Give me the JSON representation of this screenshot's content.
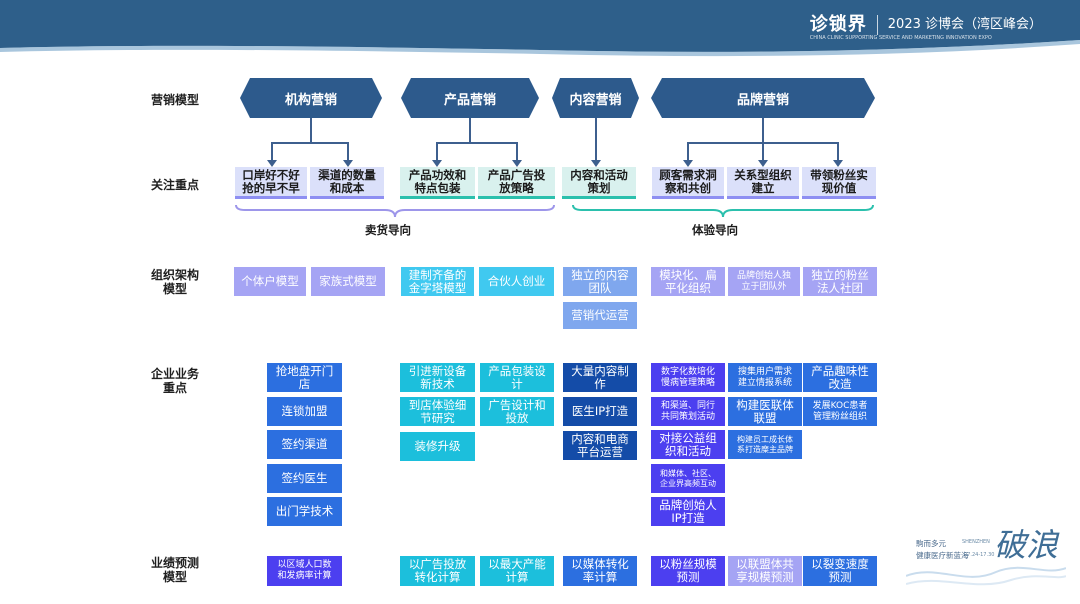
{
  "header": {
    "brand": "诊锁界",
    "event": "2023 诊博会（湾区峰会）",
    "subtitle": "CHINA CLINIC SUPPORTING SERVICE AND MARKETING INNOVATION EXPO"
  },
  "row_labels": {
    "model": "营销模型",
    "focus": "关注重点",
    "org": "组织架构\n模型",
    "business": "企业业务\n重点",
    "forecast": "业绩预测\n模型"
  },
  "models": [
    {
      "label": "机构营销"
    },
    {
      "label": "产品营销"
    },
    {
      "label": "内容营销"
    },
    {
      "label": "品牌营销"
    }
  ],
  "focus": [
    "口岸好不好\n抢的早不早",
    "渠道的数量\n和成本",
    "产品功效和\n特点包装",
    "产品广告投\n放策略",
    "内容和活动\n策划",
    "顾客需求洞\n察和共创",
    "关系型组织\n建立",
    "带领粉丝实\n现价值"
  ],
  "orientation": {
    "left": "卖货导向",
    "right": "体验导向"
  },
  "org": [
    "个体户模型",
    "家族式模型",
    "建制齐备的\n金字塔模型",
    "合伙人创业",
    "独立的内容\n团队",
    "营销代运营",
    "模块化、扁\n平化组织",
    "品牌创始人独\n立于团队外",
    "独立的粉丝\n法人社团"
  ],
  "business": {
    "institution": [
      "抢地盘开门\n店",
      "连锁加盟",
      "签约渠道",
      "签约医生",
      "出门学技术"
    ],
    "product_a": [
      "引进新设备\n新技术",
      "到店体验细\n节研究",
      "装修升级"
    ],
    "product_b": [
      "产品包装设\n计",
      "广告设计和\n投放"
    ],
    "content": [
      "大量内容制\n作",
      "医生IP打造",
      "内容和电商\n平台运营"
    ],
    "brand_a": [
      "数字化数培化\n慢病管理策略",
      "和渠道、同行\n共同策划活动",
      "对接公益组\n织和活动",
      "和媒体、社区、\n企业界高频互动",
      "品牌创始人\nIP打造"
    ],
    "brand_b": [
      "搜集用户需求\n建立情报系统",
      "构建医联体\n联盟",
      "构建员工成长体\n系打造糜主品牌"
    ],
    "brand_c": [
      "产品趣味性\n改造",
      "发展KOC患者\n管理粉丝组织"
    ]
  },
  "forecast": [
    "以区域人口数\n和发病率计算",
    "以广告投放\n转化计算",
    "以最大产能\n计算",
    "以媒体转化\n率计算",
    "以粉丝规模\n预测",
    "以联盟体共\n享规模预测",
    "以裂变速度\n预测"
  ],
  "deco": {
    "title": "破浪",
    "line1": "駒而多元",
    "line2": "健康医疗新蓝海",
    "en": "SHENZHEN",
    "date": "07.24-17.30"
  },
  "colors": {
    "header": "#2e5f8a",
    "chevron": "#2d5a8c",
    "connector": "#3d5f8e",
    "focus_purple": "#8e8ff2",
    "focus_teal": "#2bc0ad"
  }
}
